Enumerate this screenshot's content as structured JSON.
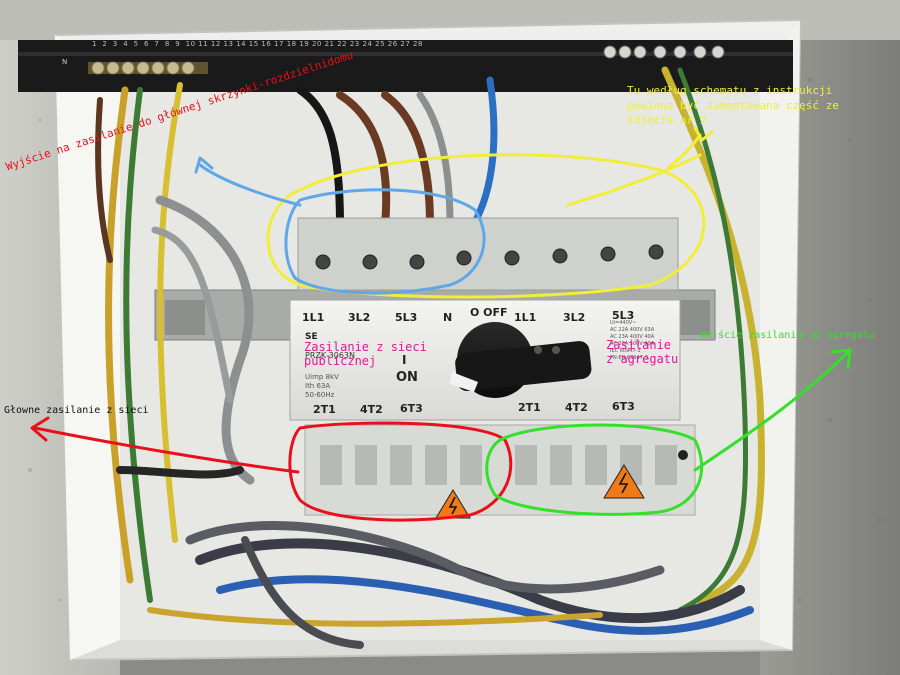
{
  "annotations": {
    "output_to_main_box": "Wyjście na zasilanie do głównej skrzynki-rozdzielnidomu",
    "instruction_note": "Tu według schematu z instrukcji\npowinna być zamontowana część ze\nzdjęcia nr 2",
    "generator_input": "Wejście zasilania od agregatu",
    "main_grid_supply": "Głowne zasilanie z sieci",
    "public_grid_label": "Zasilanie z sieci\npublicznej",
    "generator_label": "Zasilanie\nz agregatu"
  },
  "device": {
    "top_terminals": [
      "1L1",
      "3L2",
      "5L3",
      "N"
    ],
    "top_terminals_right": [
      "1L1",
      "3L2",
      "5L3"
    ],
    "off_label": "O OFF",
    "bottom_terminals": [
      "2T1",
      "4T2",
      "6T3"
    ],
    "bottom_terminals_right": [
      "2T1",
      "4T2",
      "6T3"
    ],
    "model": "PRZK 3063N",
    "specs": "Uimp 8kV\nIth 63A\n50-60Hz",
    "on_num": "I",
    "on_label": "ON",
    "brand": "SE",
    "right_specs": "Ui=440V~\nAC 22A 400V 63A\nAC 23A 400V 40A\nAC 23A 500V 40A\nIEC 60947-3\nPN-EN 60947-3"
  },
  "busbar": {
    "n_label": "N",
    "numbers": "1  2  3  4  5  6  7  8  9  10 11 12 13 14 15 16 17 18 19 20 21 22 23 24 25 26 27 28"
  },
  "colors": {
    "red_mark": "#e8101a",
    "yellow_mark": "#f1ee3a",
    "green_mark": "#34e02c",
    "blue_mark": "#5ea7e8",
    "magenta_text": "#e0189a"
  }
}
